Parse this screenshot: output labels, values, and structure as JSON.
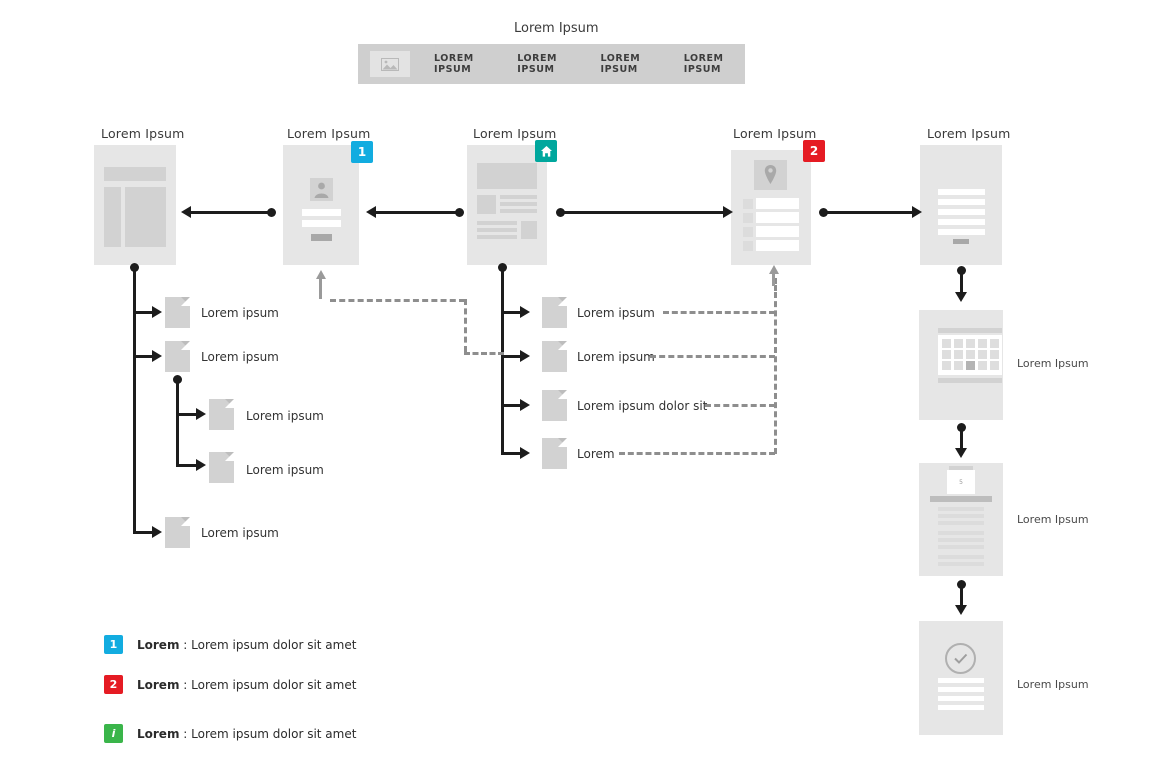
{
  "header": {
    "title": "Lorem Ipsum",
    "logo_icon": "image-placeholder-icon",
    "nav": [
      "LOREM IPSUM",
      "LOREM IPSUM",
      "LOREM IPSUM",
      "LOREM IPSUM"
    ]
  },
  "flow_nodes": [
    {
      "id": "home-listing",
      "title": "Lorem Ipsum",
      "badge": null,
      "icon": null
    },
    {
      "id": "login",
      "title": "Lorem Ipsum",
      "badge": "1",
      "icon": null
    },
    {
      "id": "landing",
      "title": "Lorem Ipsum",
      "badge": "home-icon",
      "icon": "home-icon"
    },
    {
      "id": "locator",
      "title": "Lorem Ipsum",
      "badge": "2",
      "icon": "map-pin-icon"
    },
    {
      "id": "form",
      "title": "Lorem Ipsum",
      "badge": null,
      "icon": null
    }
  ],
  "left_branch": {
    "documents": [
      {
        "label": "Lorem ipsum"
      },
      {
        "label": "Lorem ipsum"
      },
      {
        "label": "Lorem ipsum"
      },
      {
        "label": "Lorem ipsum"
      },
      {
        "label": "Lorem ipsum"
      }
    ]
  },
  "middle_branch": {
    "documents": [
      {
        "label": "Lorem ipsum"
      },
      {
        "label": "Lorem ipsum"
      },
      {
        "label": "Lorem ipsum dolor sit"
      },
      {
        "label": "Lorem"
      }
    ]
  },
  "right_column": [
    {
      "id": "calendar-page",
      "label": "Lorem Ipsum",
      "icon": "calendar-icon"
    },
    {
      "id": "article-page",
      "label": "Lorem Ipsum",
      "icon": "document-icon"
    },
    {
      "id": "confirmation-page",
      "label": "Lorem Ipsum",
      "icon": "check-circle-icon"
    }
  ],
  "legend": [
    {
      "badge": "1",
      "color": "#12ace0",
      "term": "Lorem",
      "separator": " : ",
      "text": "Lorem ipsum dolor sit amet"
    },
    {
      "badge": "2",
      "color": "#e51b23",
      "term": "Lorem",
      "separator": " : ",
      "text": "Lorem ipsum dolor sit amet"
    },
    {
      "badge": "i",
      "color": "#3ab54a",
      "term": "Lorem",
      "separator": " : ",
      "text": "Lorem ipsum dolor sit amet"
    }
  ],
  "colors": {
    "badge_blue": "#12ace0",
    "badge_red": "#e51b23",
    "badge_green": "#3ab54a",
    "badge_teal": "#00a79d",
    "page_bg": "#e6e6e6",
    "connector": "#1c1c1c",
    "dashed": "#8e8e8e"
  }
}
